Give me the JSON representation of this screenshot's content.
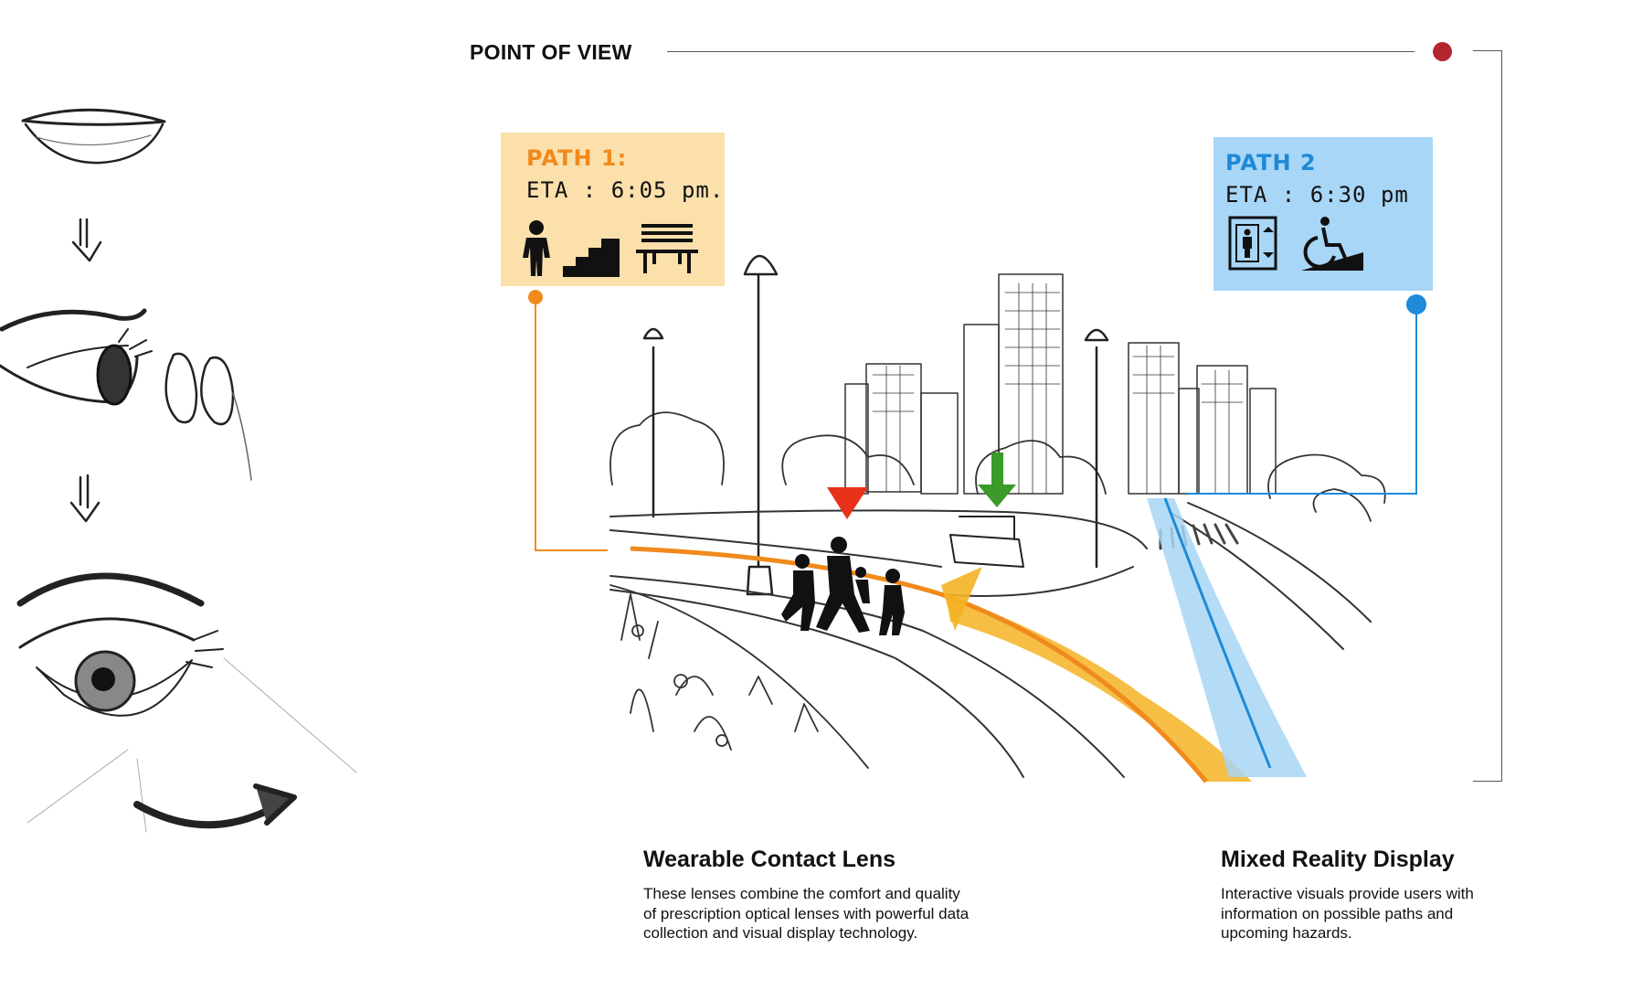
{
  "header": {
    "title": "POINT OF VIEW"
  },
  "paths": [
    {
      "label": "PATH 1:",
      "eta": "ETA : 6:05 pm.",
      "color": "#f08a1c",
      "background": "#fbe0ac",
      "icons": [
        "person-walking-icon",
        "stairs-icon",
        "bench-icon"
      ]
    },
    {
      "label": "PATH 2",
      "eta": "ETA : 6:30 pm",
      "color": "#1e8ad8",
      "background": "#a8d6f6",
      "icons": [
        "elevator-icon",
        "wheelchair-ramp-icon"
      ]
    }
  ],
  "captions": [
    {
      "title": "Wearable Contact Lens",
      "body": "These lenses combine the comfort and quality of prescription optical lenses with powerful data collection and visual display technology."
    },
    {
      "title": "Mixed Reality Display",
      "body": "Interactive visuals provide users with information on possible paths and upcoming hazards."
    }
  ],
  "colors": {
    "accent_red": "#b3262e",
    "path1_orange": "#f08a1c",
    "path2_blue": "#1e8ad8",
    "hazard_red": "#e8321c",
    "target_green": "#3a9a2a"
  }
}
